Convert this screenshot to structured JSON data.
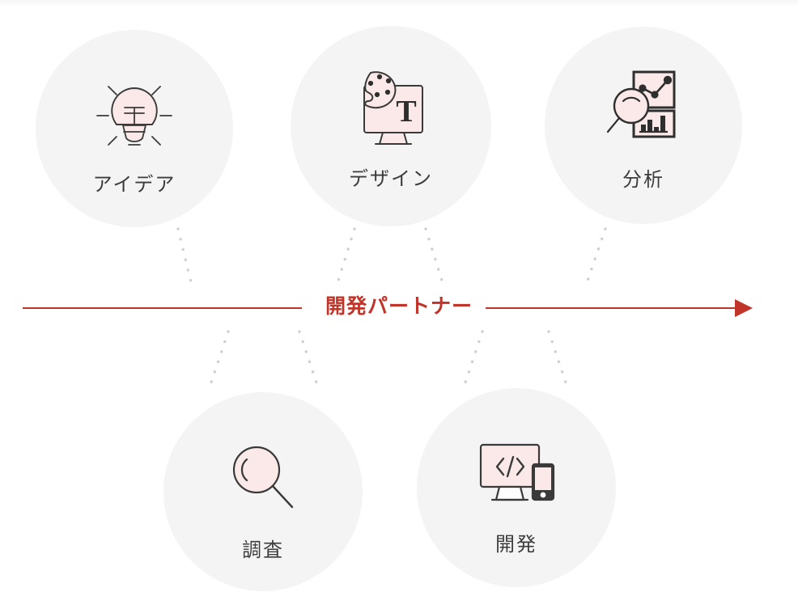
{
  "diagram": {
    "title_text": "開発パートナー",
    "accent_color": "#c0342a",
    "line_color": "#b8362c",
    "circle_bg": "#f4f4f4",
    "icon_fill": "#fbe9e9",
    "icon_stroke": "#3a3a3a",
    "dot_color": "#cfcfcf"
  },
  "nodes_top": [
    {
      "id": "idea",
      "label": "アイデア",
      "icon": "lightbulb-icon"
    },
    {
      "id": "design",
      "label": "デザイン",
      "icon": "palette-monitor-icon"
    },
    {
      "id": "analysis",
      "label": "分析",
      "icon": "chart-magnifier-icon"
    }
  ],
  "nodes_bottom": [
    {
      "id": "research",
      "label": "調査",
      "icon": "magnifier-icon"
    },
    {
      "id": "develop",
      "label": "開発",
      "icon": "code-monitor-mobile-icon"
    }
  ],
  "arrow": {
    "label": "開発パートナー",
    "direction": "right",
    "head": "arrow-head-right"
  }
}
